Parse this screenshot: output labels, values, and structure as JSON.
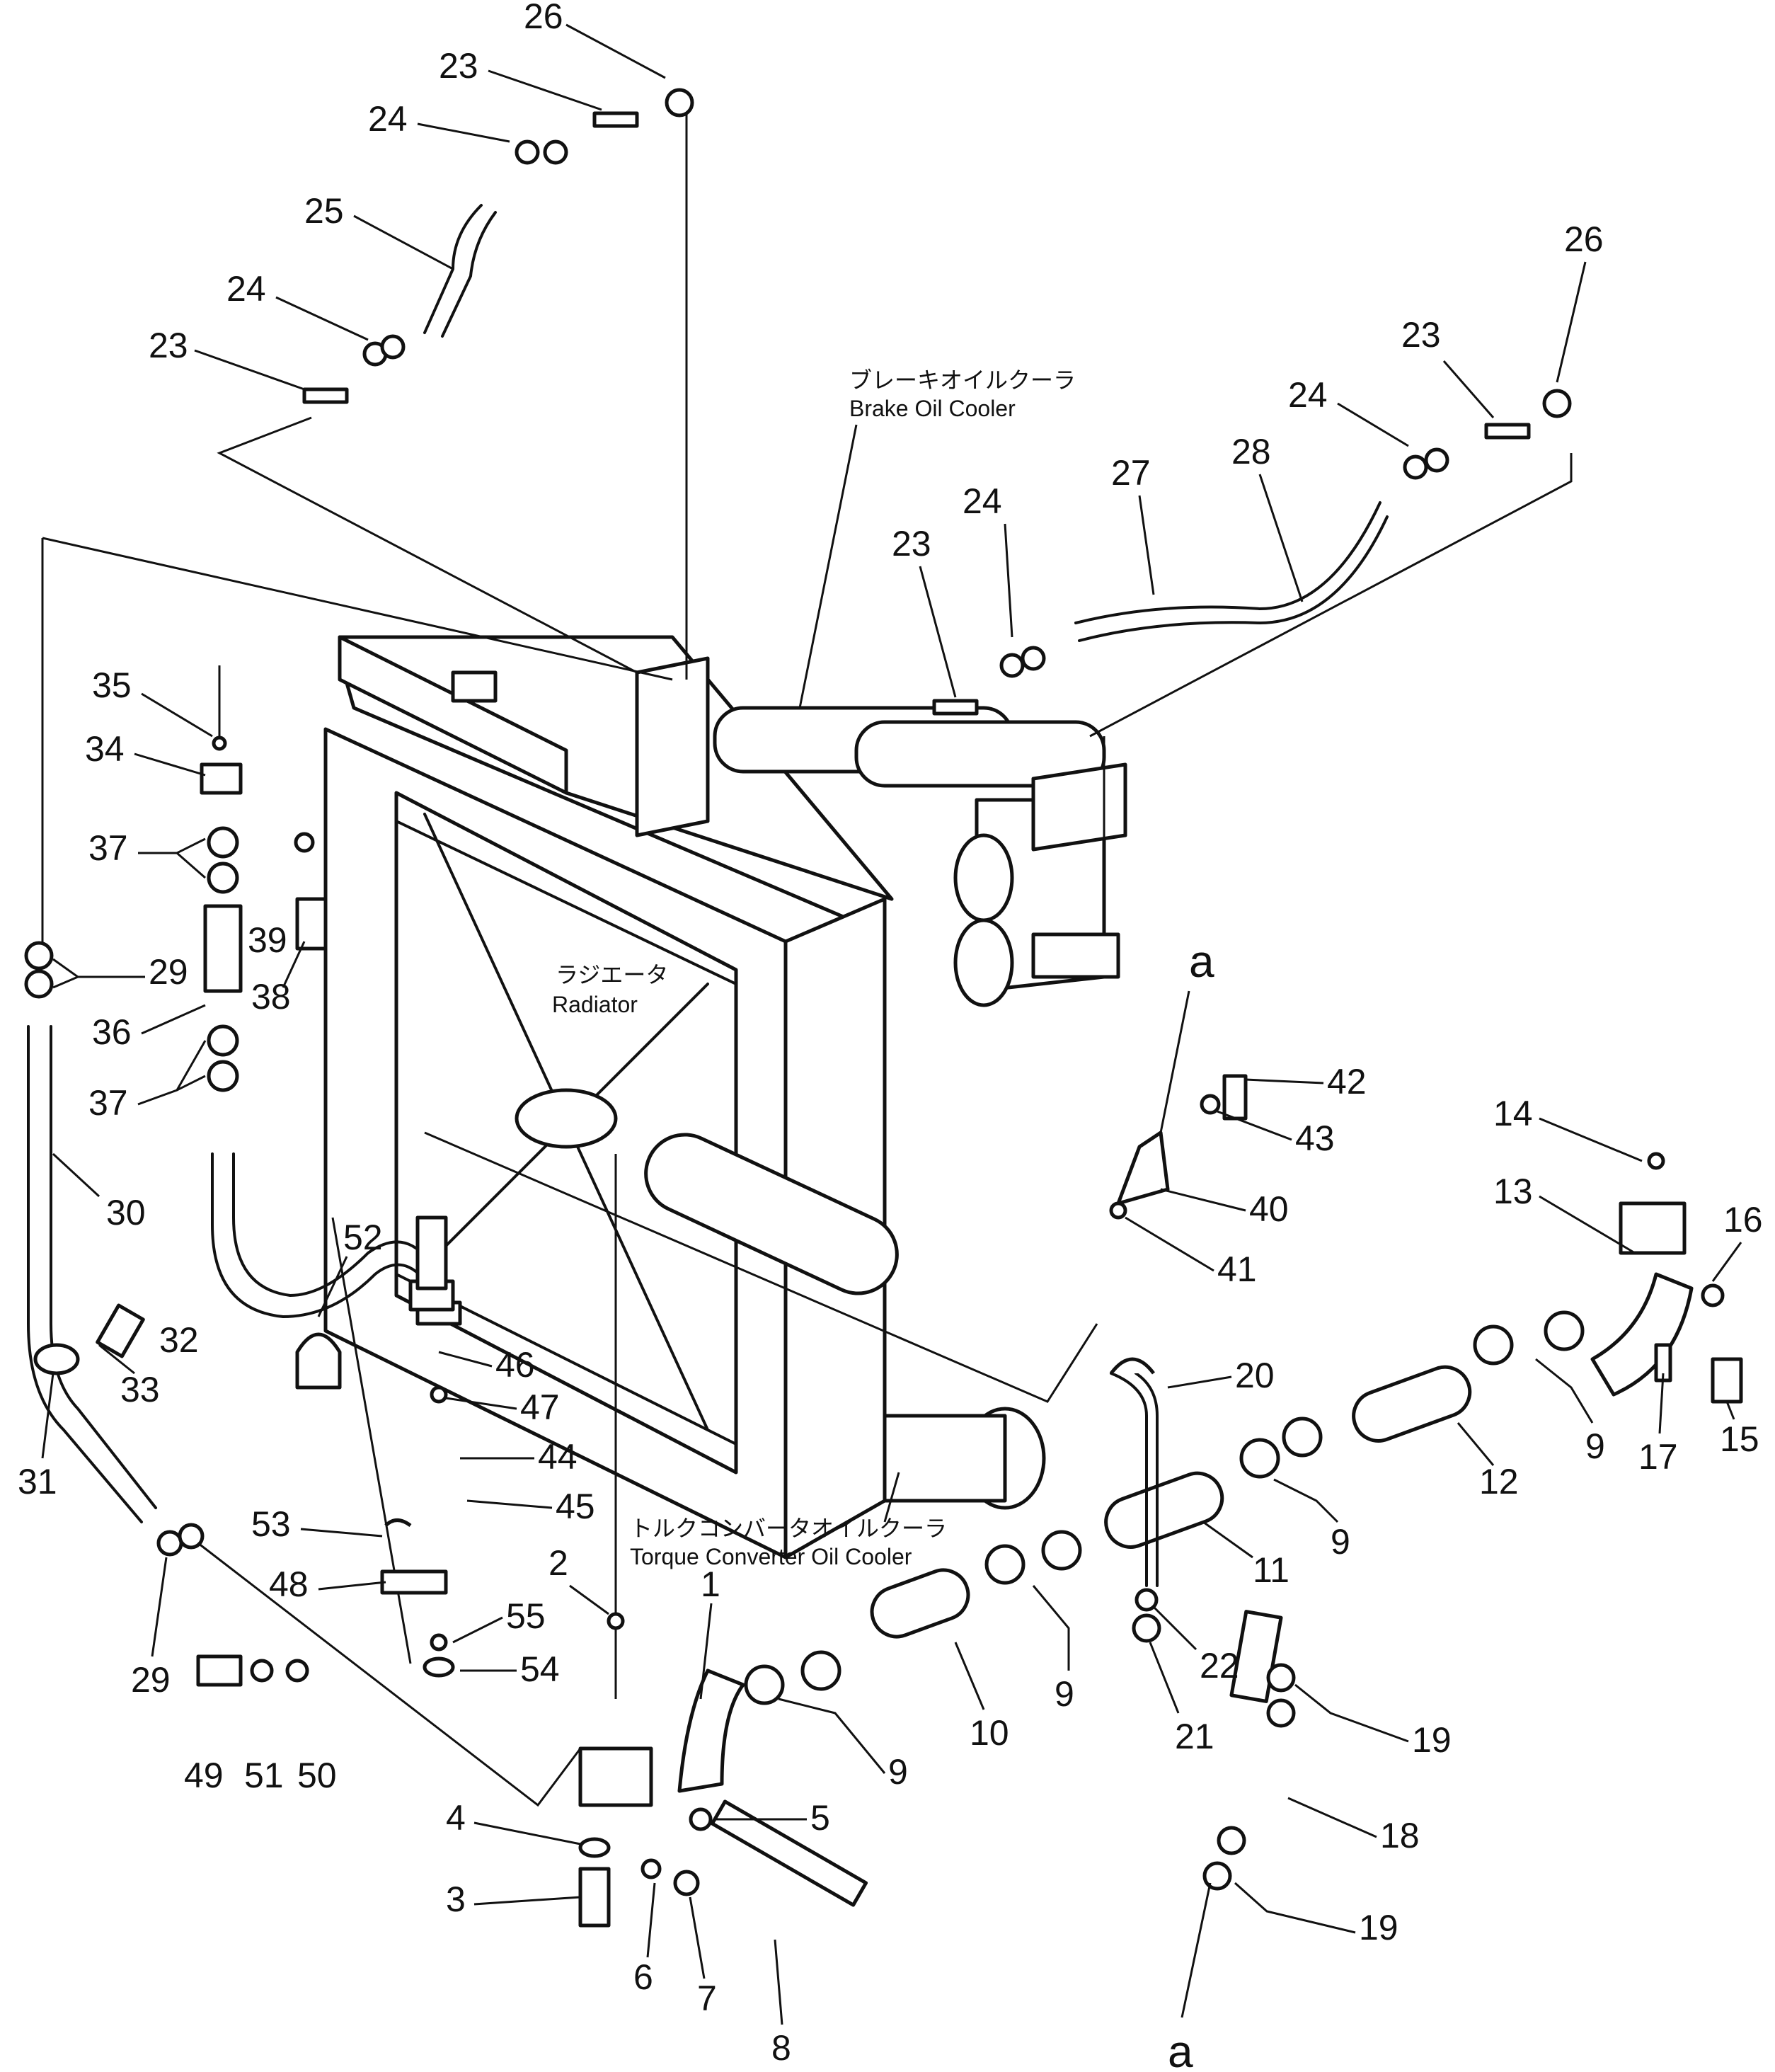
{
  "captions": {
    "brake_jp": "ブレーキオイルクーラ",
    "brake_en": "Brake Oil Cooler",
    "radiator_jp": "ラジエータ",
    "radiator_en": "Radiator",
    "torque_jp": "トルクコンバータオイルクーラ",
    "torque_en": "Torque Converter Oil Cooler"
  },
  "refs": {
    "a_top": "a",
    "a_bottom": "a"
  },
  "labels": {
    "n1": "1",
    "n2": "2",
    "n3": "3",
    "n4": "4",
    "n5": "5",
    "n6": "6",
    "n7": "7",
    "n8": "8",
    "n9a": "9",
    "n9b": "9",
    "n9c": "9",
    "n9d": "9",
    "n10": "10",
    "n11": "11",
    "n12": "12",
    "n13": "13",
    "n14": "14",
    "n15": "15",
    "n16": "16",
    "n17": "17",
    "n18": "18",
    "n19a": "19",
    "n19b": "19",
    "n20": "20",
    "n21": "21",
    "n22": "22",
    "n23a": "23",
    "n23b": "23",
    "n23c": "23",
    "n23d": "23",
    "n24a": "24",
    "n24b": "24",
    "n24c": "24",
    "n24d": "24",
    "n25": "25",
    "n26a": "26",
    "n26b": "26",
    "n27": "27",
    "n28": "28",
    "n29a": "29",
    "n29b": "29",
    "n30": "30",
    "n31": "31",
    "n32": "32",
    "n33": "33",
    "n34": "34",
    "n35": "35",
    "n36": "36",
    "n37a": "37",
    "n37b": "37",
    "n38": "38",
    "n39": "39",
    "n40": "40",
    "n41": "41",
    "n42": "42",
    "n43": "43",
    "n44": "44",
    "n45": "45",
    "n46": "46",
    "n47": "47",
    "n48": "48",
    "n49": "49",
    "n50": "50",
    "n51": "51",
    "n52": "52",
    "n53": "53",
    "n54": "54",
    "n55": "55"
  }
}
